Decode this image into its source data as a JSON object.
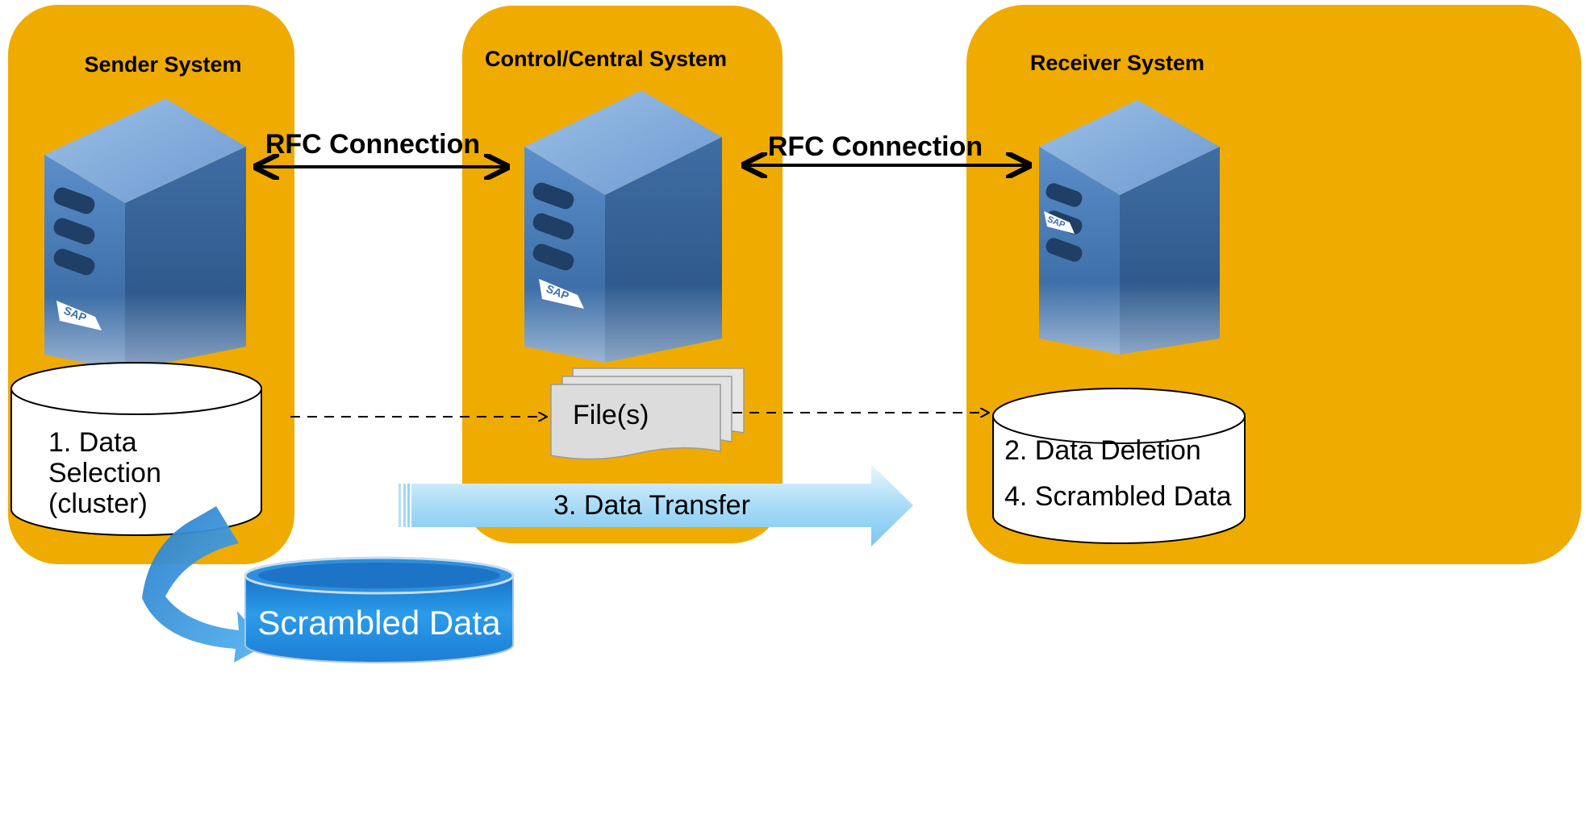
{
  "systems": {
    "sender": {
      "title": "Sender System",
      "db_lines": [
        "1. Data",
        "Selection",
        "(cluster)"
      ]
    },
    "central": {
      "title": "Control/Central System",
      "file_label": "File(s)"
    },
    "receiver": {
      "title": "Receiver System",
      "db_lines": [
        "2. Data Deletion",
        "4. Scrambled Data"
      ]
    }
  },
  "connections": {
    "left_label": "RFC Connection",
    "right_label": "RFC Connection"
  },
  "transfer": {
    "label": "3. Data Transfer"
  },
  "scrambled_db": {
    "label": "Scrambled Data"
  },
  "server_logo": "SAP",
  "colors": {
    "panel": "#F0AB00",
    "server_body": "#4D7EB8",
    "scrambled_db": "#1E8FE0",
    "transfer_arrow": "#8FD0F5",
    "curve_arrow": "#2E8FD8"
  }
}
